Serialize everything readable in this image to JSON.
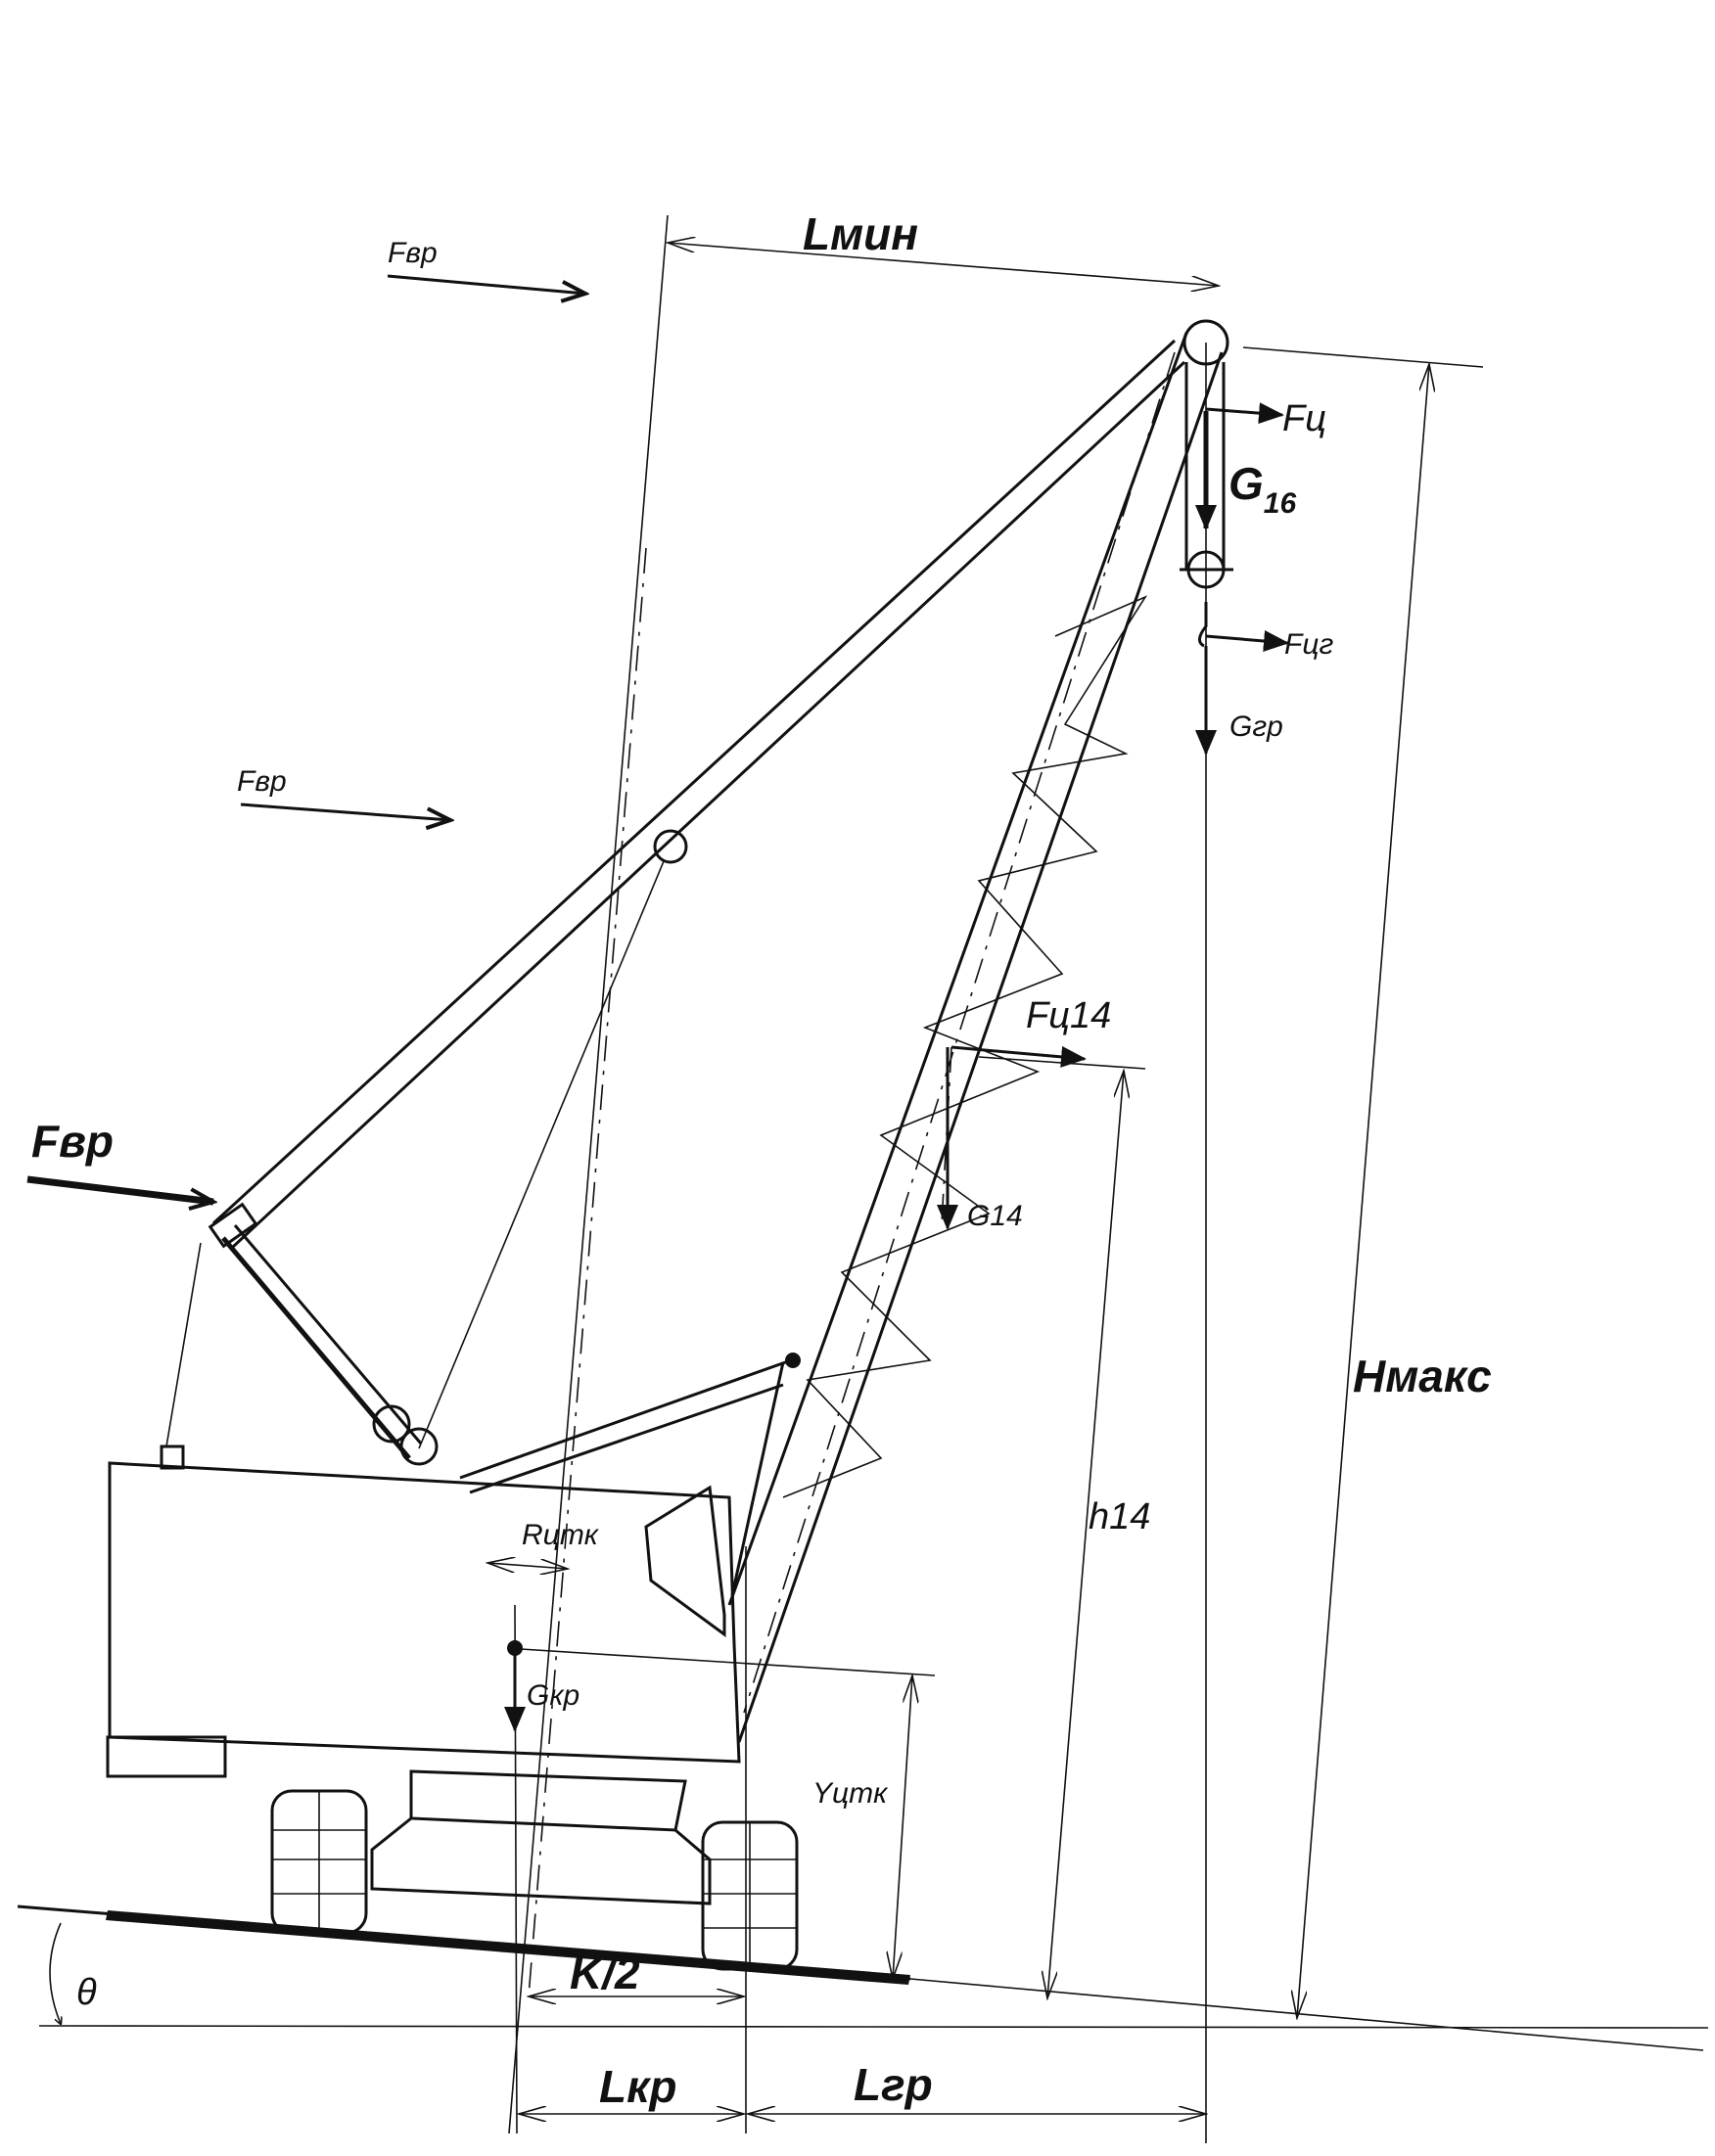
{
  "labels": {
    "f_wind_top": "Fвр",
    "l_min": "Lмин",
    "f_wind_mid": "Fвр",
    "f_wind_left": "Fвр",
    "f_c": "Fц",
    "g16_main": "G",
    "g16_sub": "16",
    "f_cg": "Fцг",
    "g_gr": "Gгр",
    "f_c14": "Fц14",
    "g14": "G14",
    "h_max": "Hмакс",
    "h14": "h14",
    "r_ctk": "Rцтк",
    "g_kr": "Gкр",
    "y_ctk": "Yцтк",
    "theta": "θ",
    "k_half": "K/2",
    "l_kr": "Lкр",
    "l_gr": "Lгр"
  }
}
